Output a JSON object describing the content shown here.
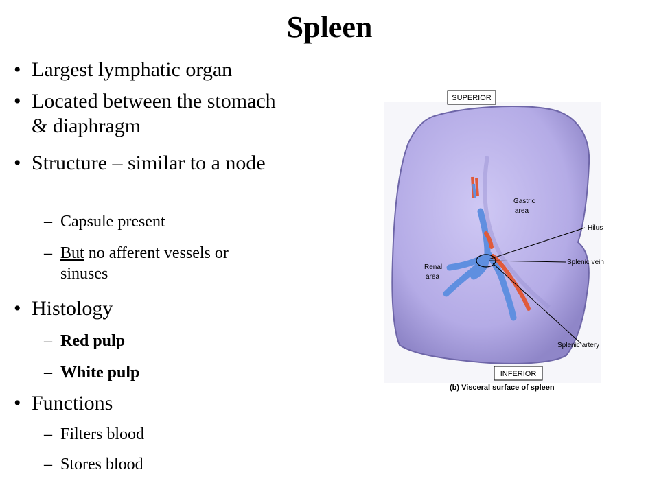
{
  "title": "Spleen",
  "bullets": [
    {
      "text": "Largest lymphatic organ"
    },
    {
      "text": "Located between the stomach & diaphragm"
    },
    {
      "text": "Structure – similar to a node"
    },
    {
      "text": "Histology"
    },
    {
      "text": "Functions"
    }
  ],
  "structure_sub": {
    "capsule": "Capsule present",
    "but": "But",
    "rest": " no afferent vessels or sinuses"
  },
  "histology_sub": [
    "Red pulp",
    "White pulp"
  ],
  "functions_sub": [
    "Filters blood",
    "Stores blood"
  ],
  "figure": {
    "superior": "SUPERIOR",
    "inferior": "INFERIOR",
    "caption": "(b) Visceral surface of spleen",
    "gastric": "Gastric",
    "gastric2": "area",
    "renal": "Renal",
    "renal2": "area",
    "hilus": "Hilus",
    "splenic_vein": "Splenic vein",
    "splenic_artery": "Splenic artery"
  },
  "colors": {
    "organ": "#b9b1ea",
    "vein": "#5f8fe0",
    "artery": "#e05a3a"
  }
}
